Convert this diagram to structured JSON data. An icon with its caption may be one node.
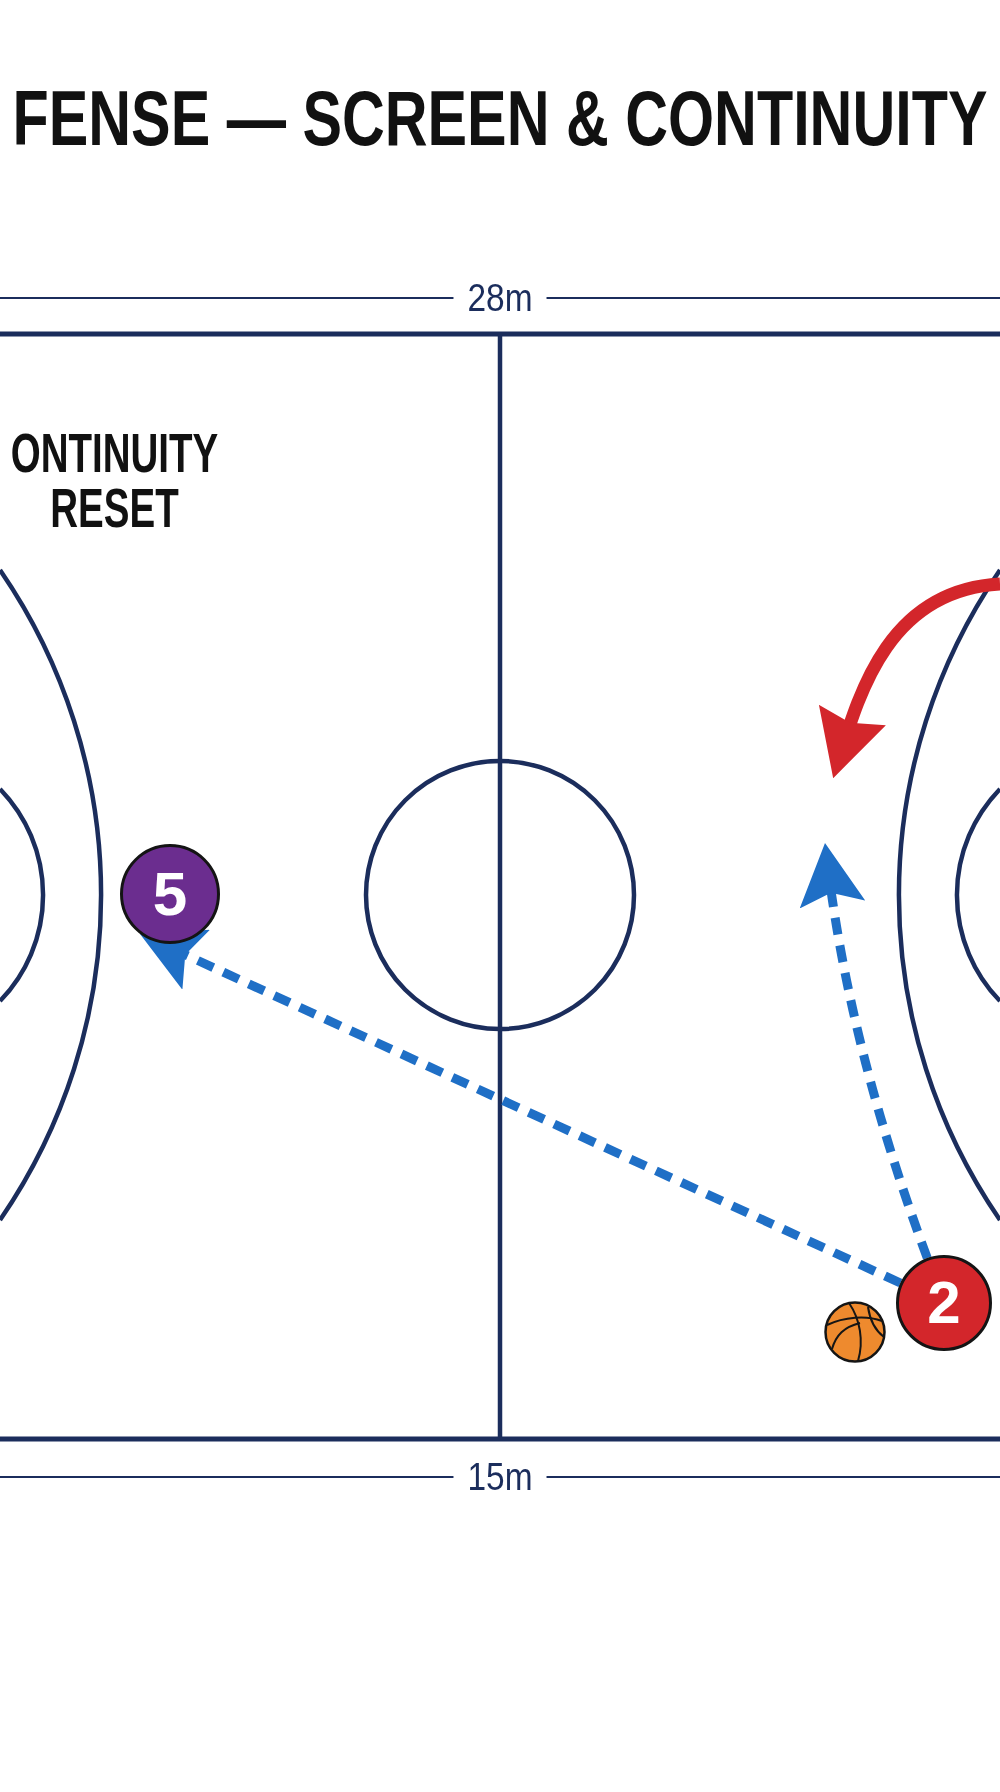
{
  "diagram": {
    "title": "FENSE — SCREEN & CONTINUITY",
    "nodes": [
      {
        "text": [
          "5"
        ]
      },
      {
        "text": [
          "2"
        ]
      }
    ],
    "edges": [
      {
        "from": 1,
        "to": 0,
        "arrow": "to",
        "style": "dashed"
      },
      {
        "from": 1,
        "to": null,
        "arrow": "to",
        "style": "dashed"
      }
    ],
    "labels": [
      "28m",
      "ONTINUITY RESET",
      "15m"
    ]
  }
}
